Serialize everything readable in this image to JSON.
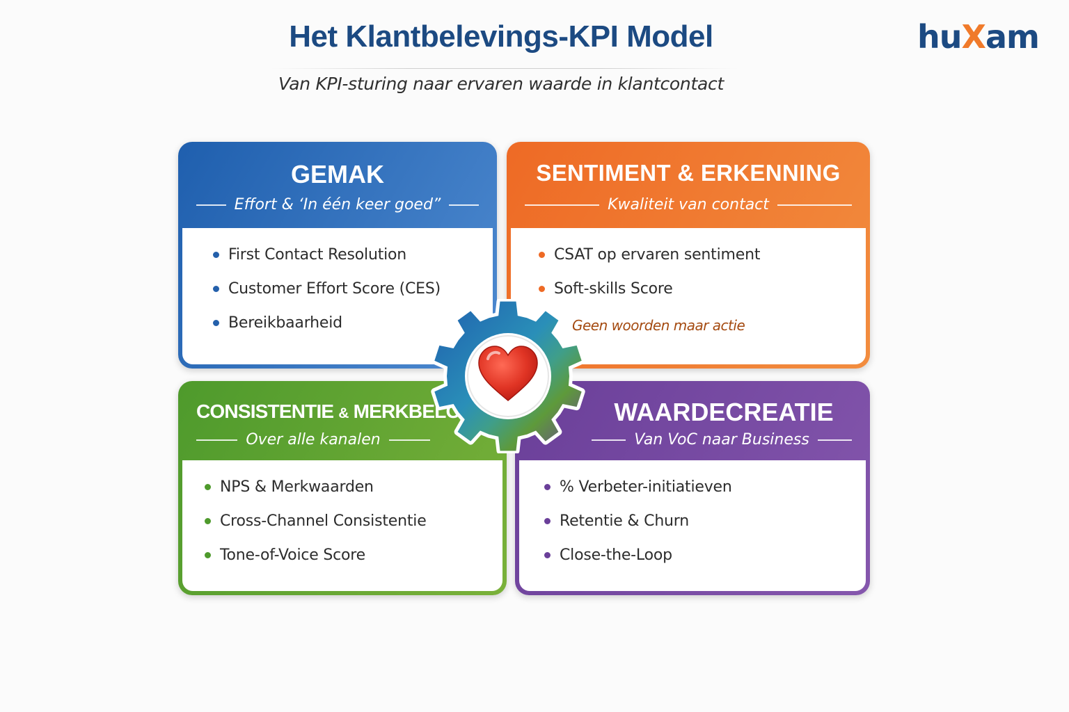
{
  "header": {
    "title": "Het Klantbelevings-KPI Model",
    "subtitle": "Van KPI-sturing naar ervaren waarde in klantcontact"
  },
  "logo": {
    "text_prefix": "hu",
    "text_x": "X",
    "text_suffix": "am"
  },
  "quadrants": [
    {
      "title": "GEMAK",
      "subtitle": "Effort & ‘In één keer goed”",
      "color": "#1f5fae",
      "items": [
        "First Contact Resolution",
        "Customer Effort Score (CES)",
        "Bereikbaarheid"
      ]
    },
    {
      "title": "SENTIMENT & ERKENNING",
      "subtitle": "Kwaliteit van contact",
      "color": "#ee6a25",
      "items": [
        "CSAT op ervaren sentiment",
        "Soft-skills Score"
      ],
      "note": "Geen woorden maar actie"
    },
    {
      "title_main": "CONSISTENTIE",
      "title_amp": "&",
      "title_end": "MERKBELOFTE",
      "subtitle": "Over alle kanalen",
      "color": "#4e9a2c",
      "items": [
        "NPS & Merkwaarden",
        "Cross-Channel Consistentie",
        "Tone-of-Voice Score"
      ]
    },
    {
      "title": "WAARDECREATIE",
      "subtitle": "Van VoC naar Business",
      "color": "#6a3f99",
      "items": [
        "% Verbeter-initiatieven",
        "Retentie & Churn",
        "Close-the-Loop"
      ]
    }
  ],
  "center": {
    "icon": "gear-heart-icon",
    "gear_colors": [
      "#1f5fae",
      "#2a8fb8",
      "#5e9a3a",
      "#6a3f99"
    ],
    "heart_color": "#e03424"
  }
}
